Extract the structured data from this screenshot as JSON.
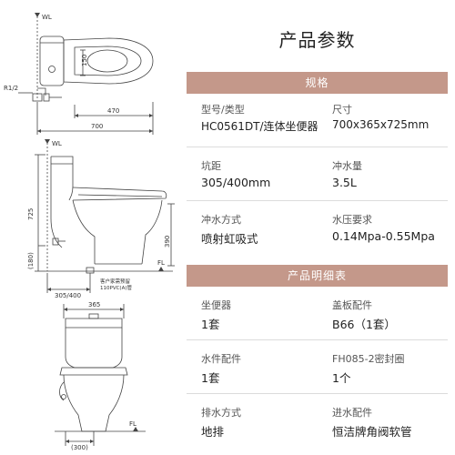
{
  "drawing": {
    "top_view": {
      "wl": "WL",
      "r_half": "R1/2",
      "dim_150": "150",
      "dim_470": "470",
      "dim_700": "700"
    },
    "side_view": {
      "wl": "WL",
      "dim_725": "725",
      "dim_180": "(180)",
      "dim_390": "390",
      "fl": "FL",
      "drain_note_1": "客户家需预留",
      "drain_note_2": "110PVC(A)管",
      "dim_305_400": "305/400"
    },
    "front_view": {
      "dim_365": "365",
      "fl": "FL",
      "dim_300": "(300)"
    }
  },
  "page_title": "产品参数",
  "spec": {
    "header": "规格",
    "rows": [
      {
        "left_label": "型号/类型",
        "left_value": "HC0561DT/连体坐便器",
        "right_label": "尺寸",
        "right_value": "700x365x725mm"
      },
      {
        "left_label": "坑距",
        "left_value": "305/400mm",
        "right_label": "冲水量",
        "right_value": "3.5L"
      },
      {
        "left_label": "冲水方式",
        "left_value": "喷射虹吸式",
        "right_label": "水压要求",
        "right_value": "0.14Mpa-0.55Mpa"
      }
    ]
  },
  "details": {
    "header": "产品明细表",
    "rows": [
      {
        "left_label": "坐便器",
        "left_value": "1套",
        "right_label": "盖板配件",
        "right_value": "B66（1套）"
      },
      {
        "left_label": "水件配件",
        "left_value": "1套",
        "right_label": "FH085-2密封圈",
        "right_value": "1个"
      },
      {
        "left_label": "排水方式",
        "left_value": "地排",
        "right_label": "进水配件",
        "right_value": "恒洁牌角阀软管"
      }
    ]
  },
  "colors": {
    "band": "#c4988a",
    "line": "#dcdcdc"
  }
}
